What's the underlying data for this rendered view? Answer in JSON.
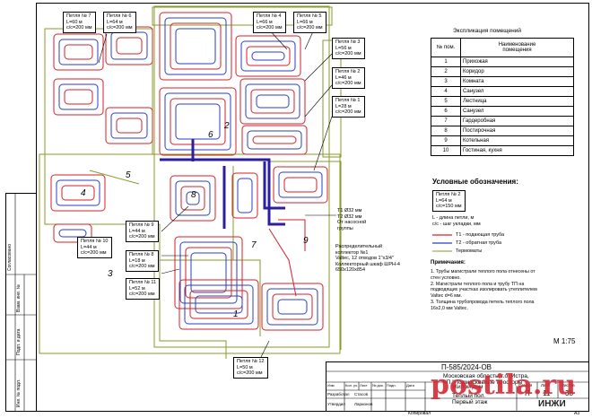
{
  "loops": [
    {
      "id": "l7",
      "name": "Петля № 7",
      "length": "L=60 м",
      "step": "c/c=200 мм"
    },
    {
      "id": "l6",
      "name": "Петля № 6",
      "length": "L=64 м",
      "step": "c/c=200 мм"
    },
    {
      "id": "l4",
      "name": "Петля № 4",
      "length": "L=66 м",
      "step": "c/c=200 мм"
    },
    {
      "id": "l5",
      "name": "Петля № 5",
      "length": "L=66 м",
      "step": "c/c=200 мм"
    },
    {
      "id": "l3",
      "name": "Петля № 3",
      "length": "L=56 м",
      "step": "c/c=200 мм"
    },
    {
      "id": "l2",
      "name": "Петля № 2",
      "length": "L=46 м",
      "step": "c/c=200 мм"
    },
    {
      "id": "l1",
      "name": "Петля № 1",
      "length": "L=28 м",
      "step": "c/c=200 мм"
    },
    {
      "id": "l10",
      "name": "Петля № 10",
      "length": "L=44 м",
      "step": "c/c=200 мм"
    },
    {
      "id": "l9",
      "name": "Петля № 9",
      "length": "L=44 м",
      "step": "c/c=200 мм"
    },
    {
      "id": "l8",
      "name": "Петля № 8",
      "length": "L=18 м",
      "step": "c/c=200 мм"
    },
    {
      "id": "l11",
      "name": "Петля № 11",
      "length": "L=52 м",
      "step": "c/c=200 мм"
    },
    {
      "id": "l12",
      "name": "Петля № 12",
      "length": "L=50 м",
      "step": "c/c=200 мм"
    }
  ],
  "pipes_note": {
    "t1": "T1 Ø32 мм",
    "t2": "T2 Ø32 мм",
    "from": "От насосной\nгруппы"
  },
  "collector_note": "Распределительный\nколлектор №1\nValtec, 12 отводов 1\"х3/4\"\nКоллекторный шкаф ШРН-4\n650х120х854",
  "room_numbers": [
    "1",
    "2",
    "3",
    "4",
    "5",
    "6",
    "7",
    "8",
    "9"
  ],
  "explication": {
    "title": "Экспликация помещений",
    "col_num": "№ пом.",
    "col_name": "Наименование\nпомещения",
    "rows": [
      {
        "n": "1",
        "name": "Прихожая"
      },
      {
        "n": "2",
        "name": "Коридор"
      },
      {
        "n": "3",
        "name": "Комната"
      },
      {
        "n": "4",
        "name": "Санузел"
      },
      {
        "n": "5",
        "name": "Лестница"
      },
      {
        "n": "6",
        "name": "Санузел"
      },
      {
        "n": "7",
        "name": "Гардеробная"
      },
      {
        "n": "8",
        "name": "Постирочная"
      },
      {
        "n": "9",
        "name": "Котельная"
      },
      {
        "n": "10",
        "name": "Гостиная, кухня"
      }
    ]
  },
  "legend": {
    "title": "Условные обозначения:",
    "sample": "Петля № 2\nL=64 м\nc/c=150 мм",
    "sample_desc": "L - длина петли, м\nc/c - шаг укладки, мм",
    "t1": "Т1 - подающая труба",
    "t2": "Т2 - обратная труба",
    "thermo": "Термоматы",
    "notes_title": "Примечания:",
    "notes": "1.    Трубы магистрали теплого пола отнесены от\nстен условно.\n2.    Магистрали теплого пола и трубу ТП на\nподводящих участках изолировать утеплителем\nValtec d=6 мм.\n3.    Толщина трубопровода петель теплого пола\n16х2,0 мм Valtec."
  },
  "scale": "М 1:75",
  "title_block": {
    "code": "П-585/2024-ОВ",
    "project": "Московская область, г.о. Истра,\nКП \"Подмосковные просторы\"",
    "object": "Жилой дом",
    "sheet_title": "Теплый пол.\nПервый этаж",
    "stage_h": "Стадия",
    "sheet_h": "Лист",
    "sheets_h": "Листов",
    "stage": "П",
    "sheet": "11",
    "sheets": "38",
    "col_heads": [
      "Изм.",
      "Кол. уч.",
      "Лист",
      "№ док.",
      "Подп.",
      "Дата"
    ],
    "roles": [
      "Разработал",
      "Утвердил"
    ],
    "names": [
      "Стасов",
      "Ларионов"
    ],
    "company": "ИНЖИ",
    "format": "A3",
    "copied": "Копировал"
  },
  "sidebar": [
    "Согласовано",
    "Взам. инв. №",
    "Подп. и дата",
    "Инв. № подл."
  ],
  "watermark": "postila.ru",
  "colors": {
    "supply": "#d62128",
    "return": "#2a3fc7",
    "wall": "#8a9a2a",
    "collector": "#2b1fa0"
  }
}
